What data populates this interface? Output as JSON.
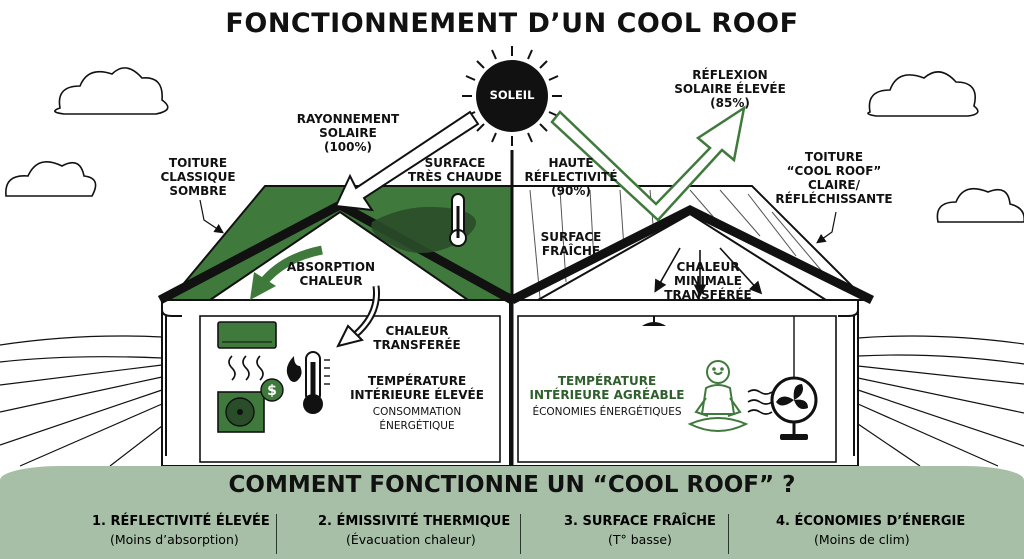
{
  "title": "FONCTIONNEMENT D’UN COOL ROOF",
  "sun_label": "SOLEIL",
  "labels": {
    "rayonnement": [
      "RAYONNEMENT",
      "SOLAIRE",
      "(100%)"
    ],
    "reflexion": [
      "RÉFLEXION",
      "SOLAIRE ÉLEVÉE",
      "(85%)"
    ],
    "toiture_classique": [
      "TOITURE",
      "CLASSIQUE",
      "SOMBRE"
    ],
    "surface_chaude": [
      "SURFACE",
      "TRÈS CHAUDE"
    ],
    "haute_reflectivite": [
      "HAUTE",
      "RÉFLECTIVITÉ",
      "(90%)"
    ],
    "toiture_cool": [
      "TOITURE",
      "“COOL ROOF”",
      "CLAIRE/",
      "RÉFLÉCHISSANTE"
    ],
    "surface_fraiche": [
      "SURFACE",
      "FRAÎCHE"
    ],
    "absorption": [
      "ABSORPTION",
      "CHALEUR"
    ],
    "chaleur_minimale": [
      "CHALEUR",
      "MINIMALE",
      "TRANSFÉRÉE"
    ],
    "chaleur_transferee": [
      "CHALEUR",
      "TRANSFERÉE"
    ]
  },
  "left_room": {
    "line1": "TEMPÉRATURE",
    "line2": "INTÉRIEURE ÉLEVÉE",
    "note": "CONSOMMATION ÉNERGÉTIQUE"
  },
  "right_room": {
    "line1": "TEMPÉRATURE",
    "line2": "INTÉRIEURE AGRÉABLE",
    "note": "ÉCONOMIES ÉNERGÉTIQUES"
  },
  "panel": {
    "title": "COMMENT FONCTIONNE UN “COOL ROOF” ?",
    "features": [
      {
        "title": "1. RÉFLECTIVITÉ ÉLEVÉE",
        "subtitle": "(Moins d’absorption)",
        "icon": "sun-reflection-icon"
      },
      {
        "title": "2. ÉMISSIVITÉ THERMIQUE",
        "subtitle": "(Évacuation chaleur)",
        "icon": "heat-emission-icon"
      },
      {
        "title": "3. SURFACE FRAÎCHE",
        "subtitle": "(T° basse)",
        "icon": "thermometer-icon"
      },
      {
        "title": "4. ÉCONOMIES D’ÉNERGIE",
        "subtitle": "(Moins de clim)",
        "icon": "coins-icon"
      }
    ]
  },
  "colors": {
    "roof_green": "#3f7a3c",
    "panel_green": "#a7bfa7",
    "ink": "#111111"
  }
}
